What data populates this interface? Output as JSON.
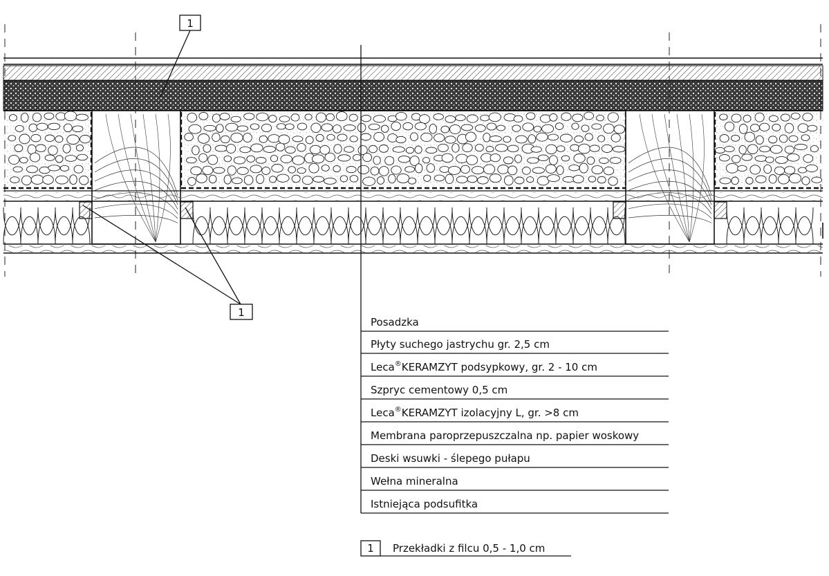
{
  "callouts": {
    "tag_number": "1"
  },
  "layers": [
    {
      "text": "Posadzka"
    },
    {
      "text": "Płyty suchego jastrychu gr. 2,5 cm"
    },
    {
      "text": "Leca",
      "sup": "®",
      "rest": "KERAMZYT podsypkowy, gr. 2 - 10 cm"
    },
    {
      "text": "Szpryc cementowy 0,5 cm"
    },
    {
      "text": "Leca",
      "sup": "®",
      "rest": "KERAMZYT izolacyjny L, gr. >8 cm"
    },
    {
      "text": "Membrana paroprzepuszczalna np. papier woskowy"
    },
    {
      "text": "Deski wsuwki - ślepego pułapu"
    },
    {
      "text": "Wełna mineralna"
    },
    {
      "text": "Istniejąca podsufitka"
    }
  ],
  "legend": {
    "number": "1",
    "text": "Przekładki z filcu 0,5 - 1,0 cm"
  },
  "colors": {
    "ink": "#111111",
    "screed": "#444444",
    "background": "#ffffff"
  }
}
